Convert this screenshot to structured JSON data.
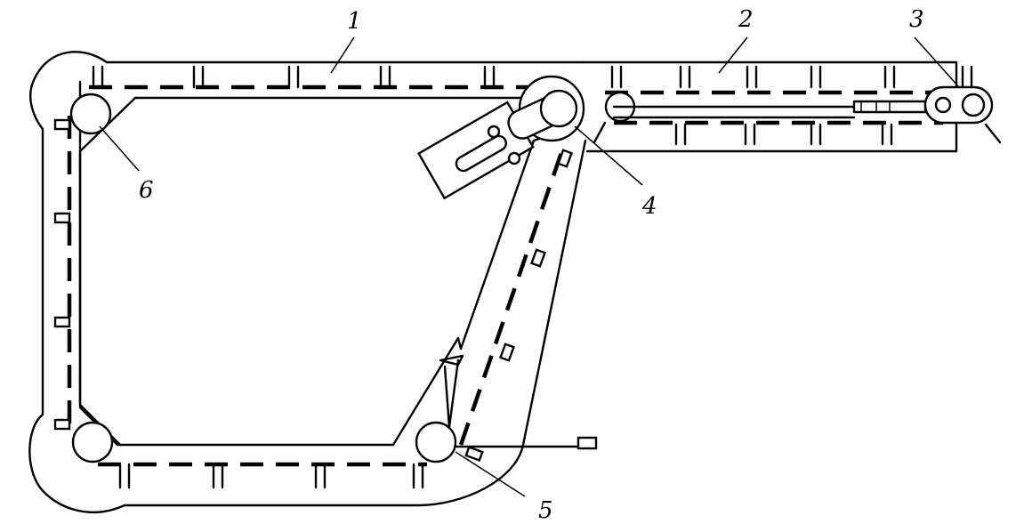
{
  "labels": {
    "l1": "1",
    "l2": "2",
    "l3": "3",
    "l4": "4",
    "l5": "5",
    "l6": "6"
  },
  "colors": {
    "ink": "#000000",
    "paper": "#ffffff"
  }
}
